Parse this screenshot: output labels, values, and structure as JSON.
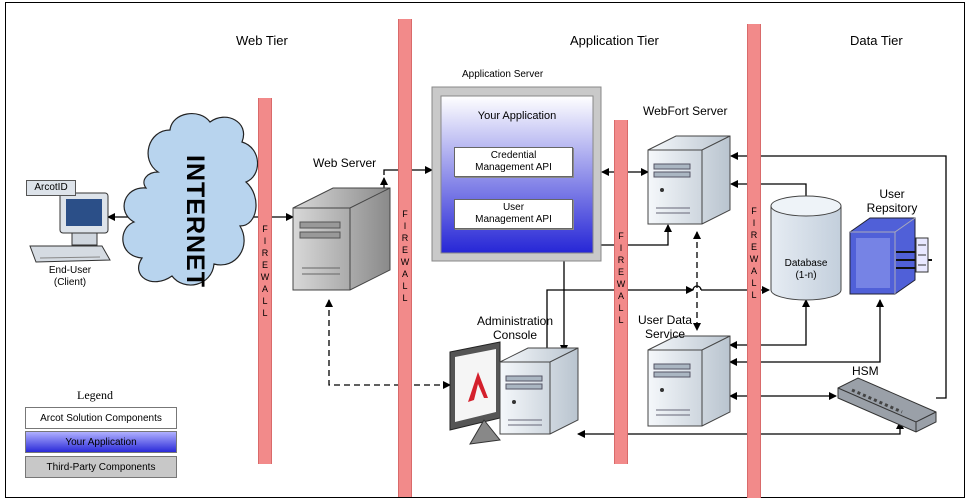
{
  "tiers": {
    "web": "Web Tier",
    "application": "Application Tier",
    "data": "Data Tier"
  },
  "firewall_letters": [
    "F",
    "I",
    "R",
    "E",
    "W",
    "A",
    "L",
    "L"
  ],
  "internet_label": "INTERNET",
  "client": {
    "badge": "ArcotID",
    "label_line1": "End-User",
    "label_line2": "(Client)"
  },
  "web_server": {
    "label": "Web Server"
  },
  "app_server": {
    "title": "Application Server",
    "your_app": "Your Application",
    "api1_line1": "Credential",
    "api1_line2": "Management API",
    "api2_line1": "User",
    "api2_line2": "Management API"
  },
  "webfort": {
    "label": "WebFort Server"
  },
  "database": {
    "line1": "Database",
    "line2": "(1-n)"
  },
  "user_repository": {
    "line1": "User",
    "line2": "Repsitory"
  },
  "admin_console": {
    "line1": "Administration",
    "line2": "Console"
  },
  "user_data_service": {
    "line1": "User Data",
    "line2": "Service"
  },
  "hsm": {
    "label": "HSM"
  },
  "legend": {
    "title": "Legend",
    "items": [
      "Arcot Solution Components",
      "Your Application",
      "Third-Party Components"
    ]
  },
  "colors": {
    "firewall": "#f28a8a",
    "your_app_top": "#ffffff",
    "your_app_bottom": "#2222cc",
    "cloud": "#b8d4ee",
    "third_party": "#c8c8c8"
  }
}
